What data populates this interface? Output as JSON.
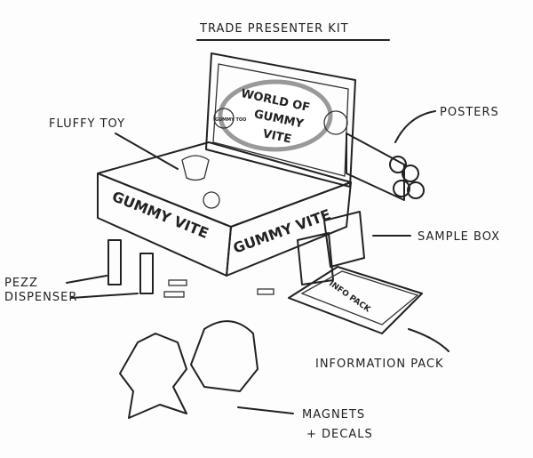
{
  "title": "TRADE PRESENTER KIT",
  "labels": {
    "posters": "POSTERS",
    "fluffy_toy": "FLUFFY TOY",
    "sample_box": "SAMPLE BOX",
    "pez_line1": "PEZZ",
    "pez_line2": "DISPENSER",
    "information_pack": "INFORMATION PACK",
    "magnets_line1": "MAGNETS",
    "magnets_line2": "+ DECALS"
  },
  "box_text": {
    "side_left": "GUMMY VITE",
    "side_front": "GUMMY VITE",
    "lid_line1": "WORLD OF",
    "lid_line2": "GUMMY",
    "lid_line3": "VITE",
    "badge": "GUMMY TOO",
    "info_pack": "INFO PACK"
  },
  "colors": {
    "ink": "#222222",
    "shade": "#9a9a9a",
    "light_shade": "#cfcfcf",
    "paper": "#fdfdfd"
  }
}
